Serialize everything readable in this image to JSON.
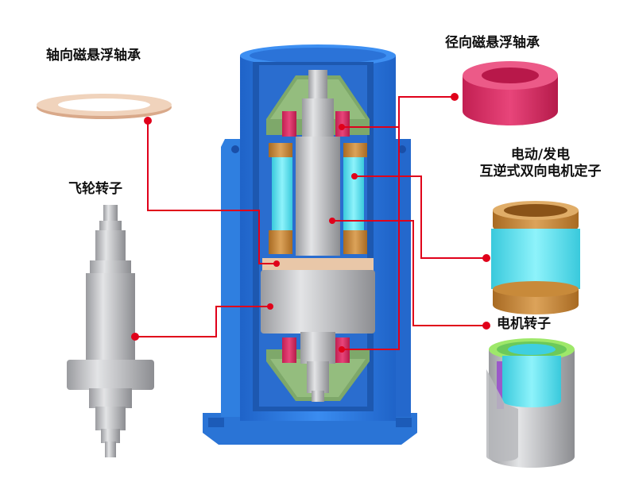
{
  "labels": {
    "axial_bearing": "轴向磁悬浮轴承",
    "flywheel_rotor": "飞轮转子",
    "radial_bearing": "径向磁悬浮轴承",
    "stator_line1": "电动/发电",
    "stator_line2": "互逆式双向电机定子",
    "motor_rotor": "电机转子"
  },
  "colors": {
    "housing_blue": "#2f7fe0",
    "housing_dark": "#1c5bb8",
    "bearing_green": "#7ea86a",
    "bearing_pink": "#e0336a",
    "stator_cyan": "#5ee6f2",
    "stator_gold": "#c88a3a",
    "rotor_gray": "#c8c9cc",
    "axial_ring_tan": "#e9c7a8",
    "leader_red": "#e0001a"
  }
}
